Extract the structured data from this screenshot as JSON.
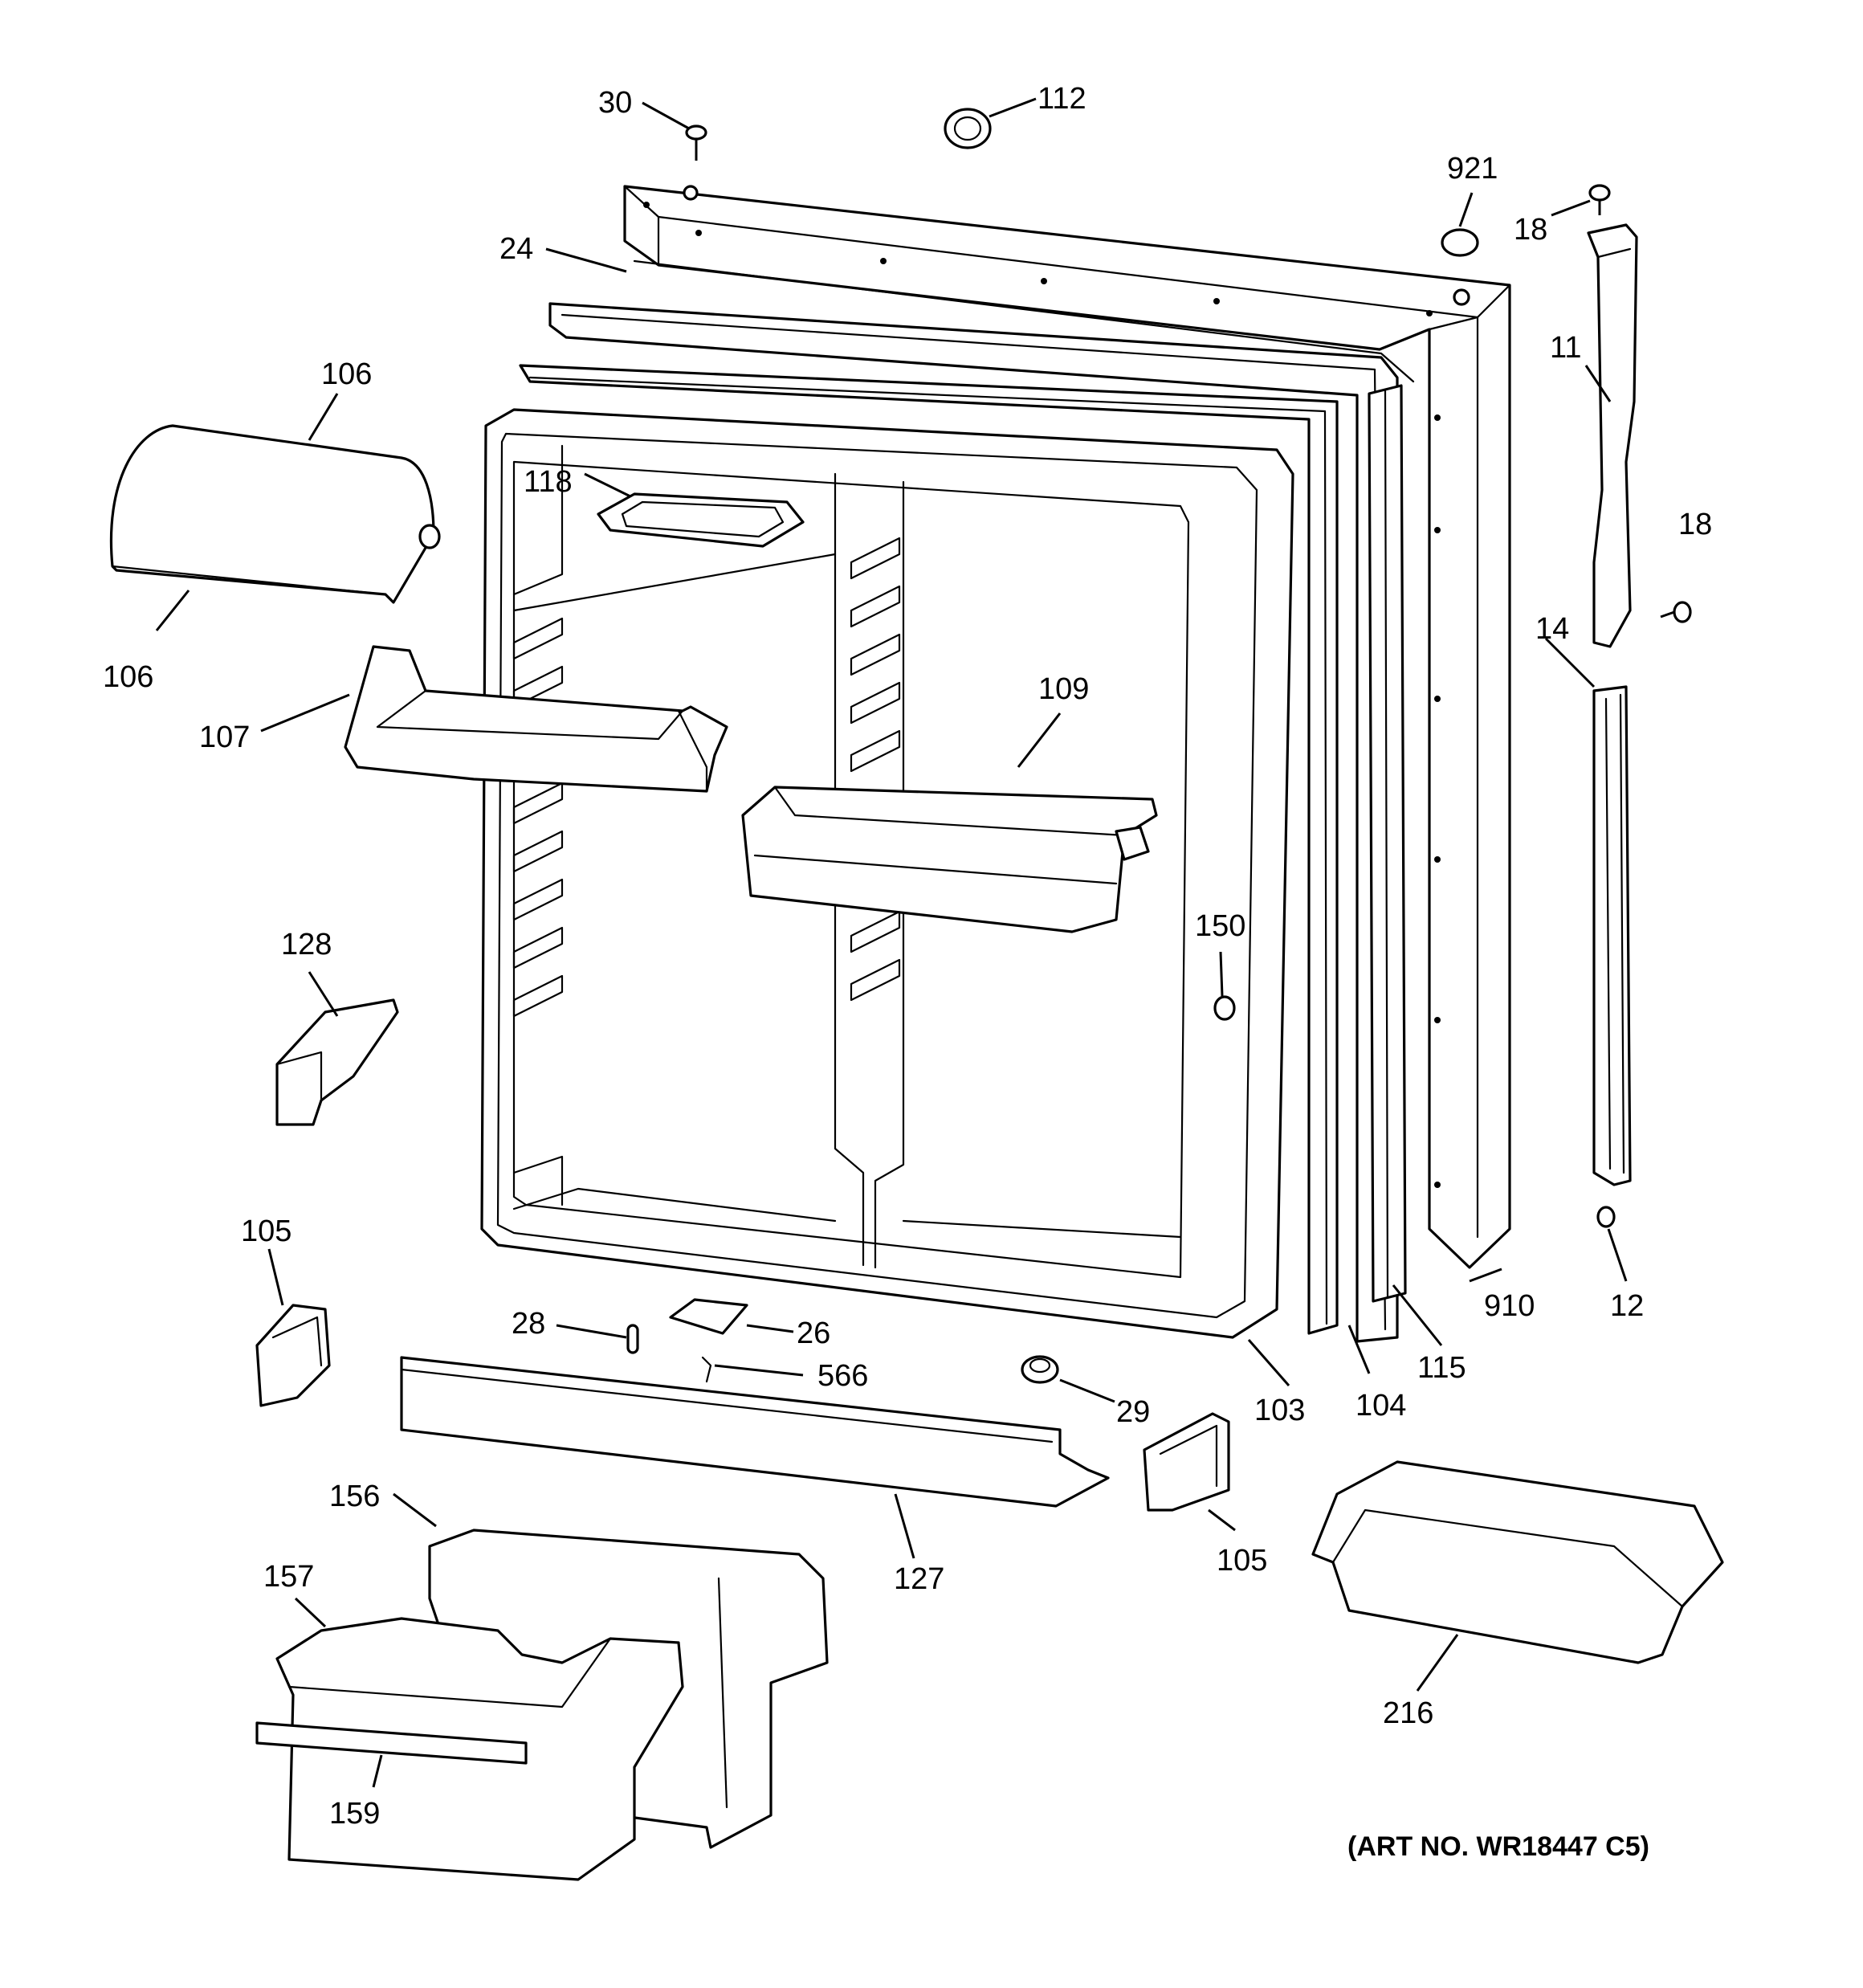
{
  "art_number": "(ART NO. WR18447 C5)",
  "callouts": [
    {
      "id": "c30",
      "label": "30"
    },
    {
      "id": "c112",
      "label": "112"
    },
    {
      "id": "c921",
      "label": "921"
    },
    {
      "id": "c18a",
      "label": "18"
    },
    {
      "id": "c24",
      "label": "24"
    },
    {
      "id": "c106a",
      "label": "106"
    },
    {
      "id": "c11",
      "label": "11"
    },
    {
      "id": "c118",
      "label": "118"
    },
    {
      "id": "c18b",
      "label": "18"
    },
    {
      "id": "c14",
      "label": "14"
    },
    {
      "id": "c106b",
      "label": "106"
    },
    {
      "id": "c109",
      "label": "109"
    },
    {
      "id": "c107",
      "label": "107"
    },
    {
      "id": "c128",
      "label": "128"
    },
    {
      "id": "c150",
      "label": "150"
    },
    {
      "id": "c105a",
      "label": "105"
    },
    {
      "id": "c910",
      "label": "910"
    },
    {
      "id": "c12",
      "label": "12"
    },
    {
      "id": "c28",
      "label": "28"
    },
    {
      "id": "c26",
      "label": "26"
    },
    {
      "id": "c115",
      "label": "115"
    },
    {
      "id": "c566",
      "label": "566"
    },
    {
      "id": "c29",
      "label": "29"
    },
    {
      "id": "c103",
      "label": "103"
    },
    {
      "id": "c104",
      "label": "104"
    },
    {
      "id": "c156",
      "label": "156"
    },
    {
      "id": "c105b",
      "label": "105"
    },
    {
      "id": "c127",
      "label": "127"
    },
    {
      "id": "c157",
      "label": "157"
    },
    {
      "id": "c216",
      "label": "216"
    },
    {
      "id": "c159",
      "label": "159"
    }
  ]
}
